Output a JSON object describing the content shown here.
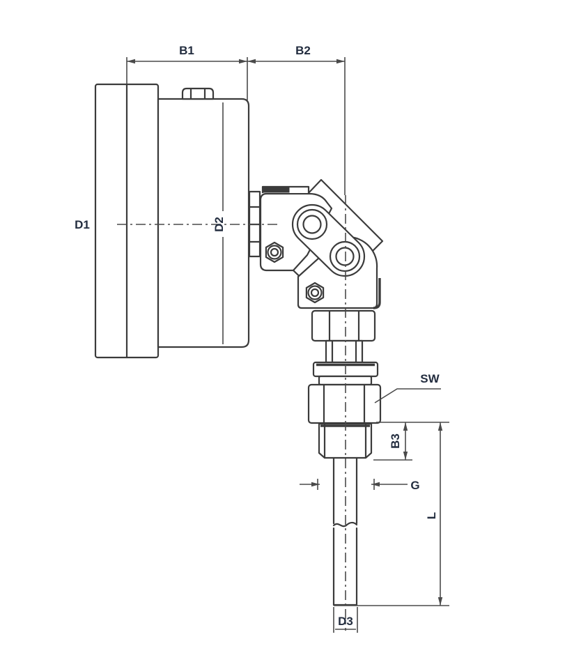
{
  "drawing": {
    "background": "#ffffff",
    "line_color": "#3b3b3b",
    "dim_line_color": "#4a4a4a",
    "label_color": "#232d3f",
    "dimension_labels": {
      "b1": "B1",
      "b2": "B2",
      "d1": "D1",
      "d2": "D2",
      "sw": "SW",
      "b3": "B3",
      "g": "G",
      "l": "L",
      "d3": "D3"
    }
  }
}
